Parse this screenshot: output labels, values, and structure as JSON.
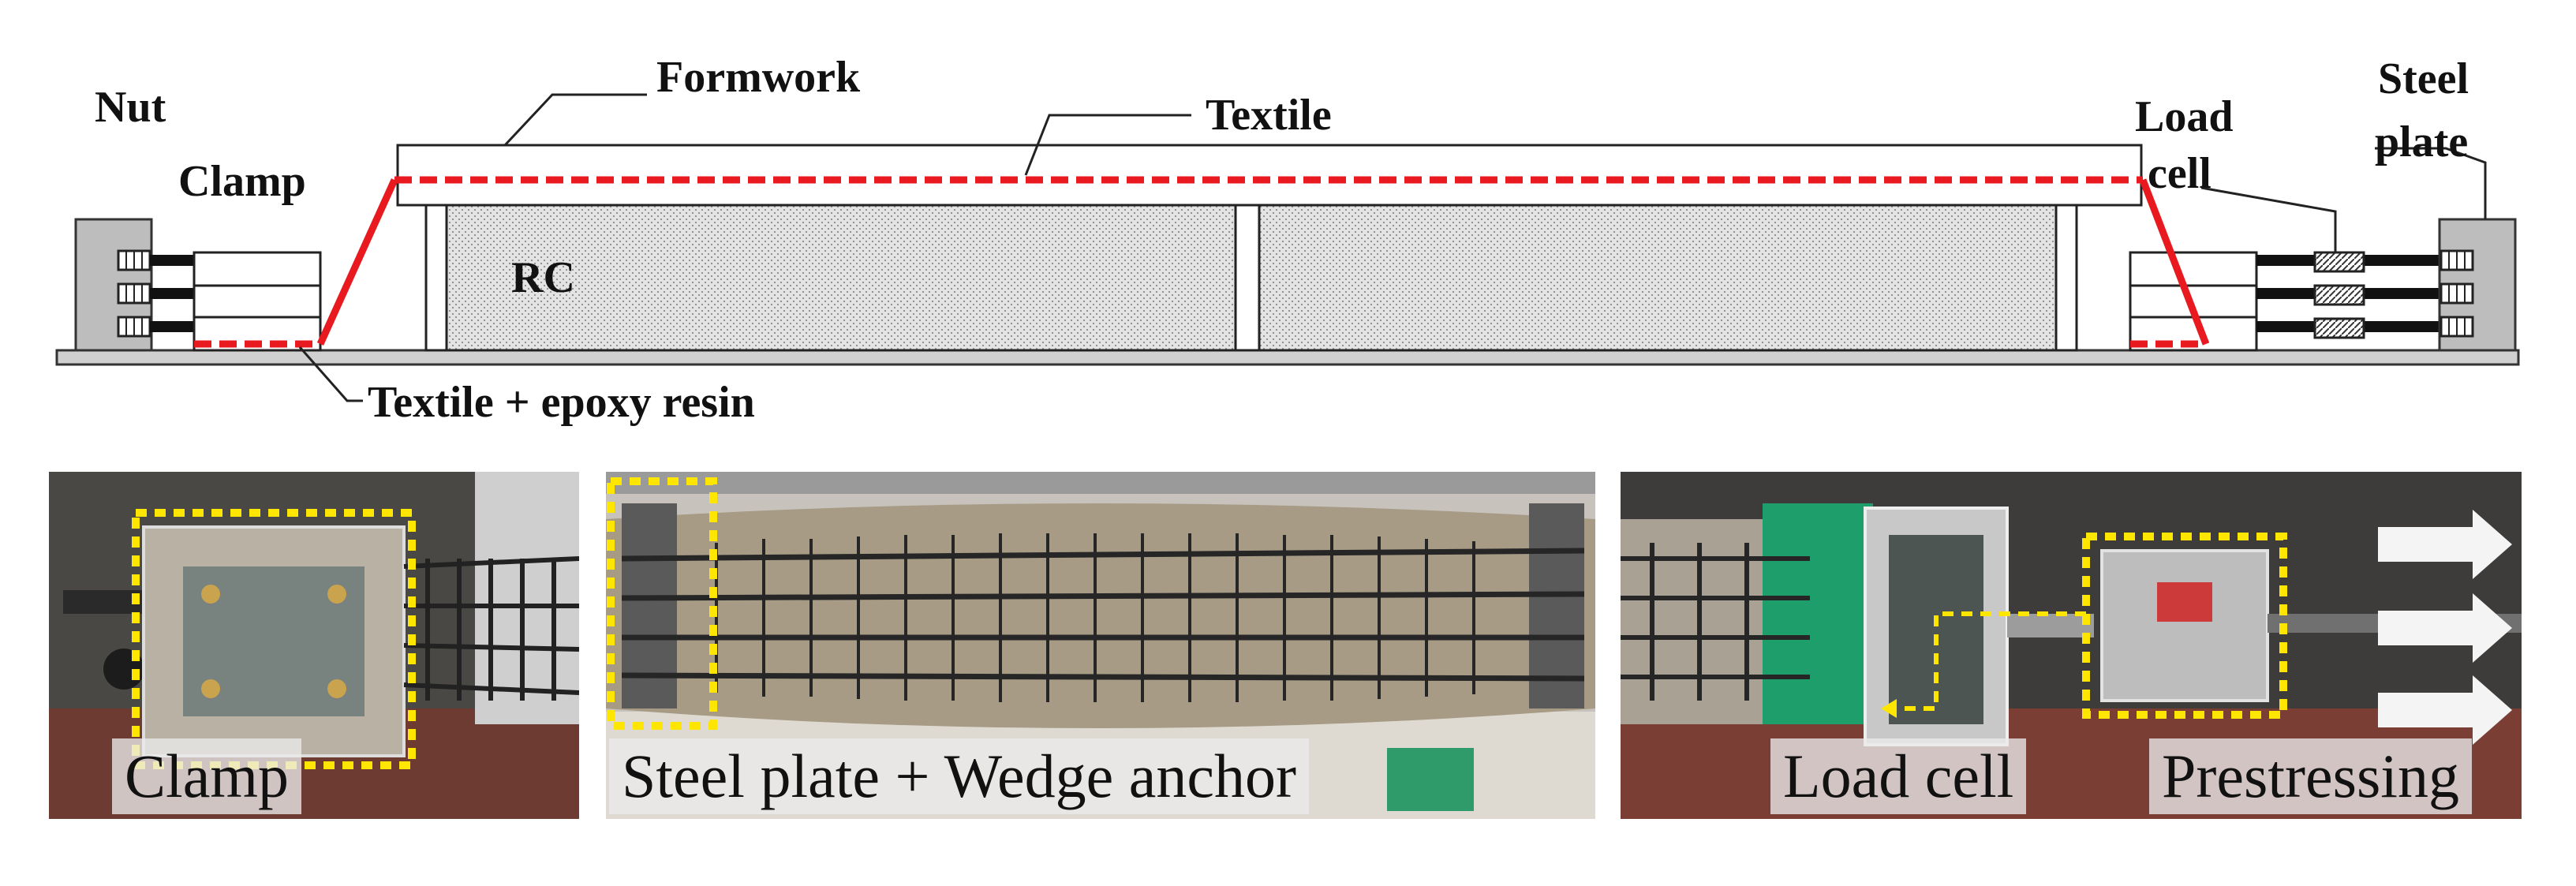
{
  "diagram": {
    "labels": {
      "nut": "Nut",
      "clamp": "Clamp",
      "formwork": "Formwork",
      "textile": "Textile",
      "rc": "RC",
      "load_cell_line1": "Load",
      "load_cell_line2": "cell",
      "steel_plate_line1": "Steel",
      "steel_plate_line2": "plate",
      "textile_epoxy": "Textile + epoxy resin"
    },
    "colors": {
      "textile_line": "#e8191f",
      "formwork_fill": "#ffffff",
      "rc_fill": "#d9d9d9",
      "end_block": "#bfbfbf",
      "base_plate": "#cccccc",
      "rod": "#111111"
    }
  },
  "photos": [
    {
      "caption": "Clamp",
      "highlight_color": "#ffe600"
    },
    {
      "caption": "Steel plate + Wedge anchor",
      "highlight_color": "#ffe600"
    },
    {
      "caption_left": "Load cell",
      "caption_right": "Prestressing",
      "highlight_color": "#ffe600",
      "arrow_color": "#ffffff"
    }
  ]
}
